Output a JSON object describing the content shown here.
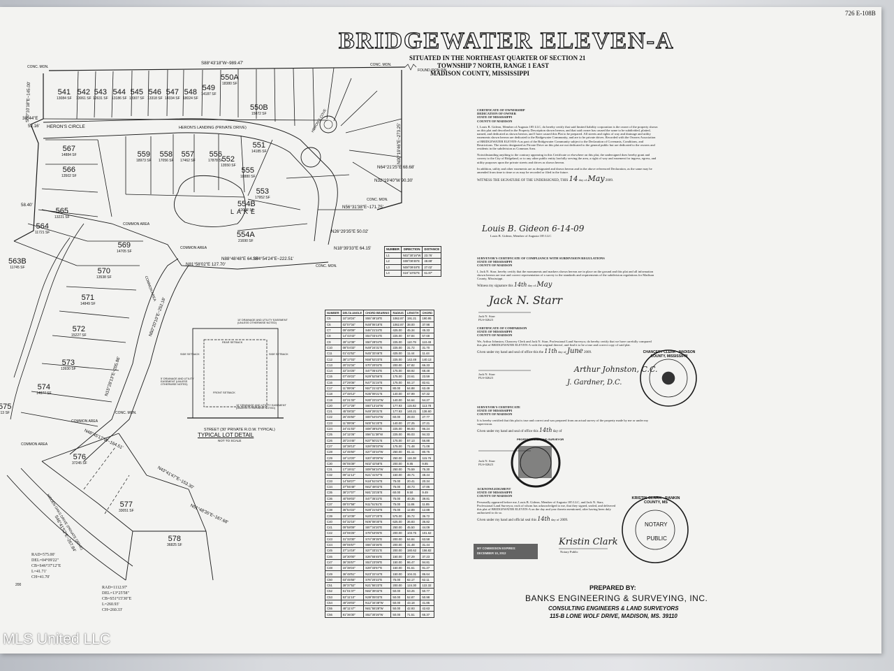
{
  "corner_ref": "726 E-108B",
  "title": "BRIDGEWATER ELEVEN-A",
  "subtitle_lines": [
    "SITUATED IN THE NORTHEAST QUARTER OF SECTION 21",
    "TOWNSHIP 7 NORTH, RANGE 1 EAST",
    "MADISON COUNTY, MISSISSIPPI"
  ],
  "lots": [
    {
      "num": "541",
      "area": "13084 SF"
    },
    {
      "num": "542",
      "area": "13061 SF"
    },
    {
      "num": "543",
      "area": "12631 SF"
    },
    {
      "num": "544",
      "area": "13186 SF"
    },
    {
      "num": "545",
      "area": "13307 SF"
    },
    {
      "num": "546",
      "area": "13318 SF"
    },
    {
      "num": "547",
      "area": "14334 SF"
    },
    {
      "num": "548",
      "area": "18024 SF"
    },
    {
      "num": "549",
      "area": "14187 SF"
    },
    {
      "num": "550A",
      "area": "18380 SF"
    },
    {
      "num": "550B",
      "area": "15072 SF"
    },
    {
      "num": "551",
      "area": "14185 SF"
    },
    {
      "num": "552",
      "area": "13550 SF"
    },
    {
      "num": "553",
      "area": "17952 SF"
    },
    {
      "num": "554A",
      "area": "21690 SF"
    },
    {
      "num": "554B",
      "area": "13092 SF"
    },
    {
      "num": "555",
      "area": "18880 SF"
    },
    {
      "num": "556",
      "area": "17878 SF"
    },
    {
      "num": "557",
      "area": "17462 SF"
    },
    {
      "num": "558",
      "area": "17056 SF"
    },
    {
      "num": "559",
      "area": "18973 SF"
    },
    {
      "num": "567",
      "area": "14884 SF"
    },
    {
      "num": "566",
      "area": "13502 SF"
    },
    {
      "num": "565",
      "area": "13221 SF"
    },
    {
      "num": "564",
      "area": "11721 SF"
    },
    {
      "num": "563B",
      "area": "11745 SF"
    },
    {
      "num": "569",
      "area": "14705 SF"
    },
    {
      "num": "570",
      "area": "13538 SF"
    },
    {
      "num": "571",
      "area": "14849 SF"
    },
    {
      "num": "572",
      "area": "15227 SF"
    },
    {
      "num": "573",
      "area": "13930 SF"
    },
    {
      "num": "574",
      "area": "14877 SF"
    },
    {
      "num": "575",
      "area": "13 SF"
    },
    {
      "num": "576",
      "area": "37245 SF"
    },
    {
      "num": "577",
      "area": "33051 SF"
    },
    {
      "num": "578",
      "area": "36825 SF"
    }
  ],
  "labels": {
    "lake": "LAKE",
    "herons_circle": "HERON'S CIRCLE",
    "herons_landing": "HERON'S LANDING (PRIVATE DRIVE)",
    "herons_cove": "HERON'S COVE",
    "hidden_oaks": "HIDDEN OAKS DRIVE (PRIVATE DRIVE)",
    "common_area": "COMMON AREA",
    "conc_mon": "CONC. MON.",
    "found_iron_pin": "FOUND IRON PIN",
    "typical_lot": "TYPICAL LOT DETAIL",
    "not_to_scale": "NOT TO SCALE",
    "street_note": "STREET (30' PRIVATE R.O.W. TYPICAL)",
    "lot_detail_notes": [
      "10' DRAINAGE AND UTILITY EASEMENT (UNLESS OTHERWISE NOTED)",
      "SIDE SETBACK",
      "SIDE SETBACK",
      "FRONT SETBACK",
      "5' DRAINAGE AND UTILITY EASEMENT (UNLESS OTHERWISE NOTED)",
      "10' DRAINAGE AND UTILITY EASEMENT (UNLESS OTHERWISE NOTED)",
      "REAR SETBACK"
    ]
  },
  "bearings": [
    "S88°43'18\"W~989.47'",
    "S00°10'18\"E~145.00'",
    "N00°19'46\"E~273.25'",
    "N64°21'25\"E 68.68'",
    "N32°19'40\"W 90.30'",
    "N56°31'38\"E~171.75'",
    "N26°29'35\"E 50.02'",
    "N18°39'33\"E 64.15'",
    "S84°54'24\"E~222.51'",
    "N88°48'48\"E 64.35'",
    "N81°58'02\"E 127.70'",
    "38°44\"E",
    "52.16'",
    "58.40'",
    "N50°20'10\"E~252.18'",
    "N48°45'17\"W~164.51'",
    "N43°41'47\"E~153.30'",
    "N51°48'35\"E~167.68'",
    "S46°41'52\"E~267.84'",
    "N15°28'13\"E~205.86'"
  ],
  "curve_note": [
    "RAD=575.00'",
    "DEL=04°09'22\"",
    "CB=S46°37'12\"E",
    "L=41.71'",
    "CH=41.70'"
  ],
  "curve_note2": [
    "RAD=1112.97'",
    "DEL=13°25'58\"",
    "CB=S51°15'30\"E",
    "L=260.93'",
    "CH=260.33'"
  ],
  "line_table": {
    "headers": [
      "NUMBER",
      "DIRECTION",
      "DISTANCE"
    ],
    "rows": [
      [
        "L1",
        "N02°30'16\"W",
        "23.76'"
      ],
      [
        "L2",
        "S08°08'45\"E",
        "48.88'"
      ],
      [
        "L3",
        "N08°09'48\"E",
        "27.02'"
      ],
      [
        "L4",
        "S24°10'02\"E",
        "61.87'"
      ]
    ]
  },
  "curve_table": {
    "headers": [
      "NUMBER",
      "DELTA ANGLE",
      "CHORD BEARING",
      "RADIUS",
      "LENGTH",
      "CHORD"
    ],
    "rows": [
      [
        "C5",
        "10°18'24\"",
        "S55°49'18\"E",
        "1062.87",
        "191.21",
        "190.95"
      ],
      [
        "C6",
        "02°07'34\"",
        "N48°06'18\"E",
        "1062.87",
        "38.00",
        "37.98"
      ],
      [
        "C7",
        "09°48'09\"",
        "S46°21'24\"E",
        "425.00",
        "45.34",
        "45.33"
      ],
      [
        "C8",
        "14°43'43\"",
        "S54°03'44\"E",
        "225.00",
        "57.84",
        "57.68"
      ],
      [
        "C9",
        "28°12'38\"",
        "S50°28'04\"E",
        "225.00",
        "110.79",
        "110.49"
      ],
      [
        "C10",
        "08°04'33\"",
        "N49°24'31\"E",
        "225.00",
        "31.72",
        "31.70"
      ],
      [
        "C11",
        "01°42'52\"",
        "N45°33'46\"E",
        "425.00",
        "11.44",
        "11.44"
      ],
      [
        "C12",
        "38°17'03\"",
        "N58°53'23\"E",
        "225.00",
        "142.49",
        "140.13"
      ],
      [
        "C13",
        "20°22'34\"",
        "S70°20'02\"E",
        "200.00",
        "67.82",
        "66.33"
      ],
      [
        "C14",
        "22°34'25\"",
        "S47°05'43\"E",
        "175.00",
        "68.92",
        "68.48"
      ],
      [
        "C15",
        "07°49'22\"",
        "N29°52'56\"E",
        "175.00",
        "23.61",
        "23.59"
      ],
      [
        "C16",
        "27°29'36\"",
        "N47°31'24\"E",
        "175.00",
        "84.17",
        "82.61"
      ],
      [
        "C17",
        "11°09'06\"",
        "N57°21'42\"E",
        "80.00",
        "64.88",
        "63.49"
      ],
      [
        "C18",
        "27°48'13\"",
        "N35°09'21\"E",
        "140.00",
        "67.99",
        "67.32"
      ],
      [
        "C19",
        "22°21'33\"",
        "N30°23'24\"W",
        "140.00",
        "54.64",
        "54.27"
      ],
      [
        "C20",
        "37°17'28\"",
        "S60°13'16\"W",
        "177.93",
        "115.82",
        "113.78"
      ],
      [
        "C21",
        "45°08'32\"",
        "N49°29'31\"E",
        "177.93",
        "140.21",
        "136.60"
      ],
      [
        "C22",
        "26°45'50\"",
        "S00°54'04\"W",
        "60.00",
        "28.03",
        "27.77"
      ],
      [
        "C23",
        "11°09'06\"",
        "N00°51'20\"E",
        "140.00",
        "27.25",
        "27.21"
      ],
      [
        "C24",
        "24°41'03\"",
        "S08°38'53\"E",
        "225.00",
        "96.93",
        "96.24"
      ],
      [
        "C25",
        "24°11'05\"",
        "S56°11'38\"W",
        "225.00",
        "95.03",
        "94.33"
      ],
      [
        "C26",
        "20°24'45\"",
        "N37°50'21\"E",
        "175.00",
        "57.13",
        "56.88"
      ],
      [
        "C27",
        "18°38'13\"",
        "S28°05'03\"W",
        "175.00",
        "71.48",
        "71.08"
      ],
      [
        "C28",
        "12°45'50\"",
        "S27°33'34\"W",
        "250.00",
        "81.11",
        "80.75"
      ],
      [
        "C29",
        "18°13'20\"",
        "S20°40'09\"W",
        "250.00",
        "116.38",
        "115.76"
      ],
      [
        "C30",
        "06°05'39\"",
        "N02°42'58\"E",
        "200.00",
        "9.85",
        "9.85"
      ],
      [
        "C31",
        "17°19'41\"",
        "S09°56'34\"W",
        "250.00",
        "75.59",
        "75.30"
      ],
      [
        "C32",
        "09°11'12\"",
        "N21°41'57\"E",
        "150.00",
        "48.71",
        "48.44"
      ],
      [
        "C33",
        "14°58'27\"",
        "N18°51'04\"E",
        "75.00",
        "20.41",
        "20.34"
      ],
      [
        "C34",
        "37°55'48\"",
        "N62°48'02\"E",
        "75.00",
        "48.73",
        "47.86"
      ],
      [
        "C35",
        "38°27'07\"",
        "N81°23'25\"E",
        "60.00",
        "9.50",
        "9.49"
      ],
      [
        "C36",
        "40°59'03\"",
        "S47°35'22\"E",
        "75.00",
        "40.35",
        "39.81"
      ],
      [
        "C37",
        "09°07'58\"",
        "N11°51'51\"E",
        "75.00",
        "11.86",
        "11.85"
      ],
      [
        "C38",
        "35°54'22\"",
        "N28°21'53\"E",
        "75.00",
        "12.89",
        "12.88"
      ],
      [
        "C39",
        "23°10'39\"",
        "N20°27'20\"E",
        "575.00",
        "36.72",
        "36.72"
      ],
      [
        "C40",
        "04°32'15\"",
        "N06°08'30\"E",
        "625.00",
        "36.83",
        "36.82"
      ],
      [
        "C41",
        "09°58'09\"",
        "S87°34'20\"E",
        "250.00",
        "45.50",
        "44.09"
      ],
      [
        "C42",
        "23°06'25\"",
        "S78°53'05\"E",
        "200.00",
        "103.76",
        "101.62"
      ],
      [
        "C43",
        "31°33'30\"",
        "S74°39'35\"E",
        "200.00",
        "64.84",
        "63.58"
      ],
      [
        "C44",
        "09°05'57\"",
        "S66°33'36\"E",
        "200.00",
        "31.48",
        "31.44"
      ],
      [
        "C45",
        "27°14'19\"",
        "S27°33'21\"E",
        "200.00",
        "180.62",
        "156.82"
      ],
      [
        "C46",
        "18°30'00\"",
        "S26°55'45\"E",
        "150.00",
        "37.29",
        "37.23"
      ],
      [
        "C47",
        "36°35'57\"",
        "S53°23'09\"E",
        "150.00",
        "96.47",
        "94.81"
      ],
      [
        "C48",
        "15°38'24\"",
        "S29°33'57\"E",
        "150.00",
        "91.61",
        "91.27"
      ],
      [
        "C49",
        "36°48'51\"",
        "N23°22'44\"E",
        "150.00",
        "104.31",
        "86.64"
      ],
      [
        "C50",
        "03°45'55\"",
        "S76°20'22\"E",
        "75.00",
        "62.17",
        "62.11"
      ],
      [
        "C51",
        "39°37'52\"",
        "N21°55'23\"E",
        "200.00",
        "124.30",
        "122.32"
      ],
      [
        "C52",
        "61°01'37\"",
        "N82°39'32\"E",
        "50.00",
        "53.26",
        "50.77"
      ],
      [
        "C53",
        "53°11'10\"",
        "N39°05'03\"E",
        "50.00",
        "52.87",
        "50.98"
      ],
      [
        "C54",
        "49°28'03\"",
        "N12°34'38\"W",
        "50.00",
        "43.18",
        "41.85"
      ],
      [
        "C55",
        "48°11'47\"",
        "N61°55'28\"W",
        "50.00",
        "42.93",
        "42.63"
      ],
      [
        "C56",
        "81°36'30\"",
        "S52°30'26\"W",
        "50.00",
        "71.51",
        "65.37"
      ]
    ]
  },
  "blocks": {
    "ownership_title": [
      "CERTIFICATE OF OWNERSHIP",
      "DEDICATION OF OWNER",
      "STATE OF MISSISSIPPI",
      "COUNTY OF MADISON"
    ],
    "ownership_text": "I, Louis B. Gideon, Member of Augusta 185 LLC, do hereby certify that said limited liability corporation is the owner of the property shown on this plat and described in the Property Description shown hereon, and that said owner has caused the same to be subdivided, platted, named, and dedicated as shown hereon, and I have caused this Plat to be prepared. All streets and rights of way and drainage and utility easements shown hereon are dedicated to the Bridgewater Community, and are to be private drives. Recorded with the Owners Association of BRIDGEWATER ELEVEN-A as part of the Bridgewater Community subject to the Declaration of Covenants, Conditions, and Restrictions. The streets designated as Private Drive on this plat are not dedicated to the general public but are dedicated to the owners and residents in the subdivision as Common Area.",
    "ownership_text2": "Notwithstanding anything to the contrary appearing in this Certificate or elsewhere on this plat, the undersigned does hereby grant and convey to the City of Ridgeland, or to any other public entity lawfully serving the area, a right of way and easement for ingress, egress, and utility purposes upon the private streets and drives as shown hereon.",
    "ownership_text3": "In addition, utility and other easements are as designated and drawn hereon and in the above referenced Declaration, as the same may be amended from time to time or as may be recorded or filed in the future.",
    "witness_1": "WITNESS THE SIGNATURE OF THE UNDERSIGNED, THIS",
    "witness_1_day": "14",
    "witness_1_month": "May",
    "witness_1_year": "2009.",
    "sig_1": "Louis B. Gideon 6-14-09",
    "sig_1_caption": "Louis B. Gideon, Member of Augusta 185 LLC",
    "surveyor_title": [
      "SURVEYOR'S CERTIFICATE OF COMPLIANCE WITH SUBDIVISION REGULATIONS",
      "STATE OF MISSISSIPPI",
      "COUNTY OF MADISON"
    ],
    "surveyor_text": "I, Jack N. Starr, hereby certify that the monuments and markers shown hereon are in place on the ground and this plat and all information shown hereon are true and correct representation of a survey to the standards and requirements of the subdivision regulations for Madison County, Mississippi.",
    "witness_2": "Witness my signature this",
    "witness_2_day": "14th",
    "witness_2_month": "May",
    "sig_2_caption": [
      "Jack N. Starr",
      "PLS-02623"
    ],
    "comparison_title": [
      "CERTIFICATE OF COMPARISON",
      "STATE OF MISSISSIPPI",
      "COUNTY OF MADISON"
    ],
    "comparison_text": "We, Arthur Johnston, Chancery Clerk and Jack N. Starr, Professional Land Surveyor, do hereby certify that we have carefully compared this plat of BRIDGEWATER ELEVEN-A with the original thereof, and find it to be a true and correct copy of said plat.",
    "given_1": "Given under my hand and seal of office this the",
    "given_1_day": "11th",
    "given_1_month": "June",
    "given_1_year": "2009.",
    "sig_3_caption": [
      "Jack N. Starr",
      "PLS-02623"
    ],
    "sig_3b": "Arthur Johnston, C.C.",
    "sig_3c": "J. Gardner, D.C.",
    "seal_1": "CHANCERY CLERK · MADISON COUNTY, MISSISSIPPI",
    "surveyors_cert_title": [
      "SURVEYOR'S CERTIFICATE",
      "STATE OF MISSISSIPPI",
      "COUNTY OF MADISON"
    ],
    "surveyors_cert_text": "It is hereby certified that this plat is true and correct and was prepared from an actual survey of the property made by me or under my supervision.",
    "given_2": "Given under my hand and seal of office this",
    "given_2_day": "14th",
    "given_2_month": "day of",
    "sig_4_caption": [
      "Jack N. Starr",
      "PLS-02623"
    ],
    "seal_2": "PROFESSIONAL LAND SURVEYOR",
    "ack_title": [
      "ACKNOWLEDGMENT",
      "STATE OF MISSISSIPPI",
      "COUNTY OF MADISON"
    ],
    "ack_text": "Personally appeared before me, Louis B. Gideon, Member of Augusta 185 LLC, and Jack N. Starr, Professional Land Surveyor, each of whom has acknowledged to me, that they signed, sealed, and delivered this plat of BRIDGEWATER ELEVEN-A on the day and year therein mentioned, after having been duly authorized to do so.",
    "given_3": "Given under my hand and official seal this",
    "given_3_day": "14th",
    "given_3_year": "2009.",
    "sig_5": "Kristin Clark",
    "sig_5_caption": "Notary Public",
    "seal_3": "KRISTIN CLARK · RANKIN COUNTY, MS",
    "seal_3_center": [
      "NOTARY",
      "PUBLIC"
    ],
    "commission": [
      "MY COMMISSION EXPIRES:",
      "DECEMBER 10, 2012"
    ]
  },
  "prepared": {
    "by": "PREPARED BY:",
    "firm": "BANKS ENGINEERING & SURVEYING, INC.",
    "line2": "CONSULTING ENGINEERS & LAND SURVEYORS",
    "line3": "115-B LONE WOLF DRIVE, MADISON, MS. 39110"
  },
  "watermark": "MLS United LLC",
  "scale_mark": "200"
}
